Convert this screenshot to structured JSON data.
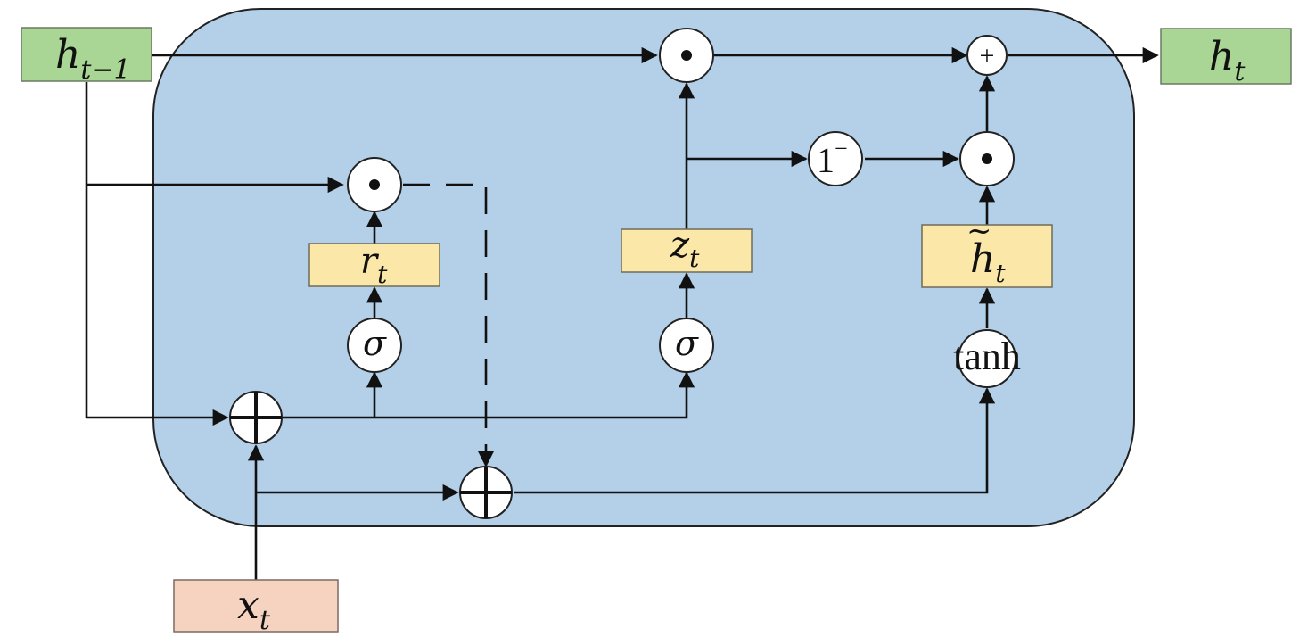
{
  "nodes": {
    "h_prev": {
      "base": "h",
      "sub": "t−1"
    },
    "h_out": {
      "base": "h",
      "sub": "t"
    },
    "x_in": {
      "base": "x",
      "sub": "t"
    },
    "reset_gate": {
      "base": "r",
      "sub": "t"
    },
    "update_gate": {
      "base": "z",
      "sub": "t"
    },
    "candidate": {
      "base": "h",
      "accent": "~",
      "sub": "t"
    }
  },
  "operators": {
    "sigma": "σ",
    "one_minus_base": "1",
    "one_minus_sup": "−",
    "tanh": "tanh",
    "add": "+"
  },
  "colors": {
    "cell_fill": "#b3d0e8",
    "cell_stroke": "#222222",
    "input_output_box": "#a9d595",
    "gate_box": "#fbe7a7",
    "x_box": "#f6d2c0"
  }
}
